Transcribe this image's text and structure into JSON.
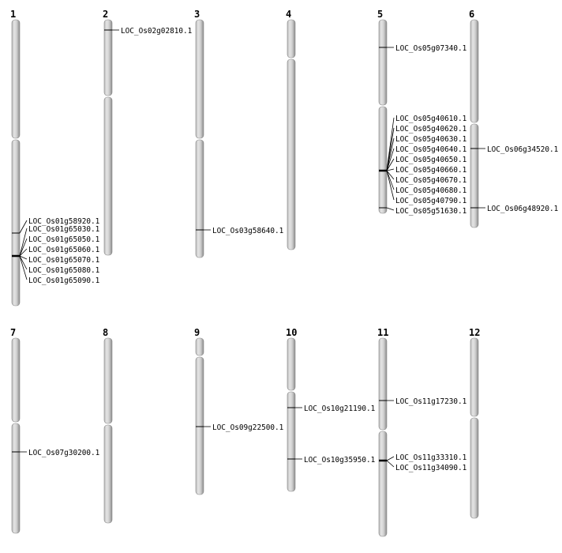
{
  "title": "Rice chromosome gene map",
  "chromosomes": [
    {
      "name": "1",
      "genes": [
        "LOC_Os01g58920.1",
        "LOC_Os01g65030.1",
        "LOC_Os01g65050.1",
        "LOC_Os01g65060.1",
        "LOC_Os01g65070.1",
        "LOC_Os01g65080.1",
        "LOC_Os01g65090.1"
      ]
    },
    {
      "name": "2",
      "genes": [
        "LOC_Os02g02810.1"
      ]
    },
    {
      "name": "3",
      "genes": [
        "LOC_Os03g58640.1"
      ]
    },
    {
      "name": "4",
      "genes": []
    },
    {
      "name": "5",
      "genes": [
        "LOC_Os05g07340.1",
        "LOC_Os05g40610.1",
        "LOC_Os05g40620.1",
        "LOC_Os05g40630.1",
        "LOC_Os05g40640.1",
        "LOC_Os05g40650.1",
        "LOC_Os05g40660.1",
        "LOC_Os05g40670.1",
        "LOC_Os05g40680.1",
        "LOC_Os05g40790.1",
        "LOC_Os05g51630.1"
      ]
    },
    {
      "name": "6",
      "genes": [
        "LOC_Os06g34520.1",
        "LOC_Os06g48920.1"
      ]
    },
    {
      "name": "7",
      "genes": [
        "LOC_Os07g30200.1"
      ]
    },
    {
      "name": "8",
      "genes": []
    },
    {
      "name": "9",
      "genes": [
        "LOC_Os09g22500.1"
      ]
    },
    {
      "name": "10",
      "genes": [
        "LOC_Os10g21190.1",
        "LOC_Os10g35950.1"
      ]
    },
    {
      "name": "11",
      "genes": [
        "LOC_Os11g17230.1",
        "LOC_Os11g33310.1",
        "LOC_Os11g34090.1"
      ]
    },
    {
      "name": "12",
      "genes": []
    }
  ]
}
